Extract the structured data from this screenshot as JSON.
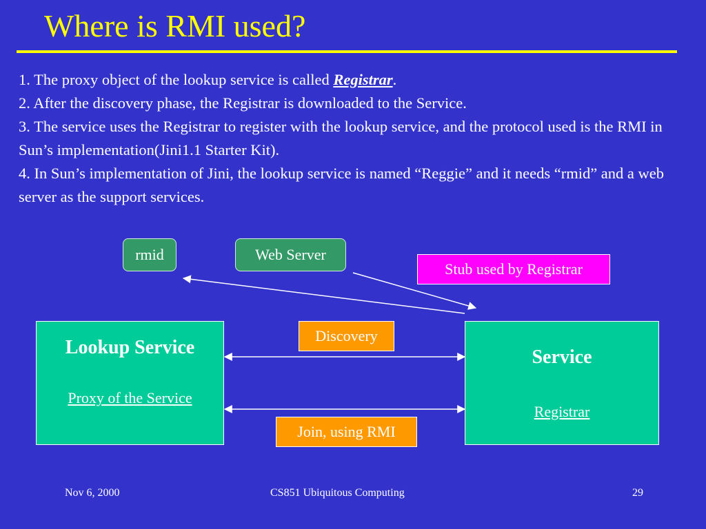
{
  "title": "Where is RMI used?",
  "paragraphs": {
    "p1_before": "1. The proxy object of the lookup service is called ",
    "p1_term": "Registrar",
    "p1_after": ".",
    "p2": "2. After the discovery phase, the Registrar is downloaded to the Service.",
    "p3": "3. The service uses the Registrar to register with the lookup service, and the protocol used is the RMI in Sun’s implementation(Jini1.1 Starter Kit).",
    "p4": "4. In Sun’s implementation of Jini, the lookup service is named “Reggie” and it needs “rmid” and a web server as the support services."
  },
  "diagram": {
    "rmid": "rmid",
    "web_server": "Web Server",
    "stub": "Stub used by Registrar",
    "discovery": "Discovery",
    "join": "Join, using RMI",
    "lookup_title": "Lookup Service",
    "lookup_proxy": "Proxy of the Service",
    "service_title": "Service",
    "service_registrar": "Registrar"
  },
  "footer": {
    "date": "Nov 6, 2000",
    "course": "CS851 Ubiquitous Computing",
    "page": "29"
  },
  "colors": {
    "background": "#3333cc",
    "title": "#ffff00",
    "green_tag": "#339966",
    "stub_tag": "#ff00ff",
    "orange_tag": "#ff9900",
    "service_box": "#00cc99"
  }
}
